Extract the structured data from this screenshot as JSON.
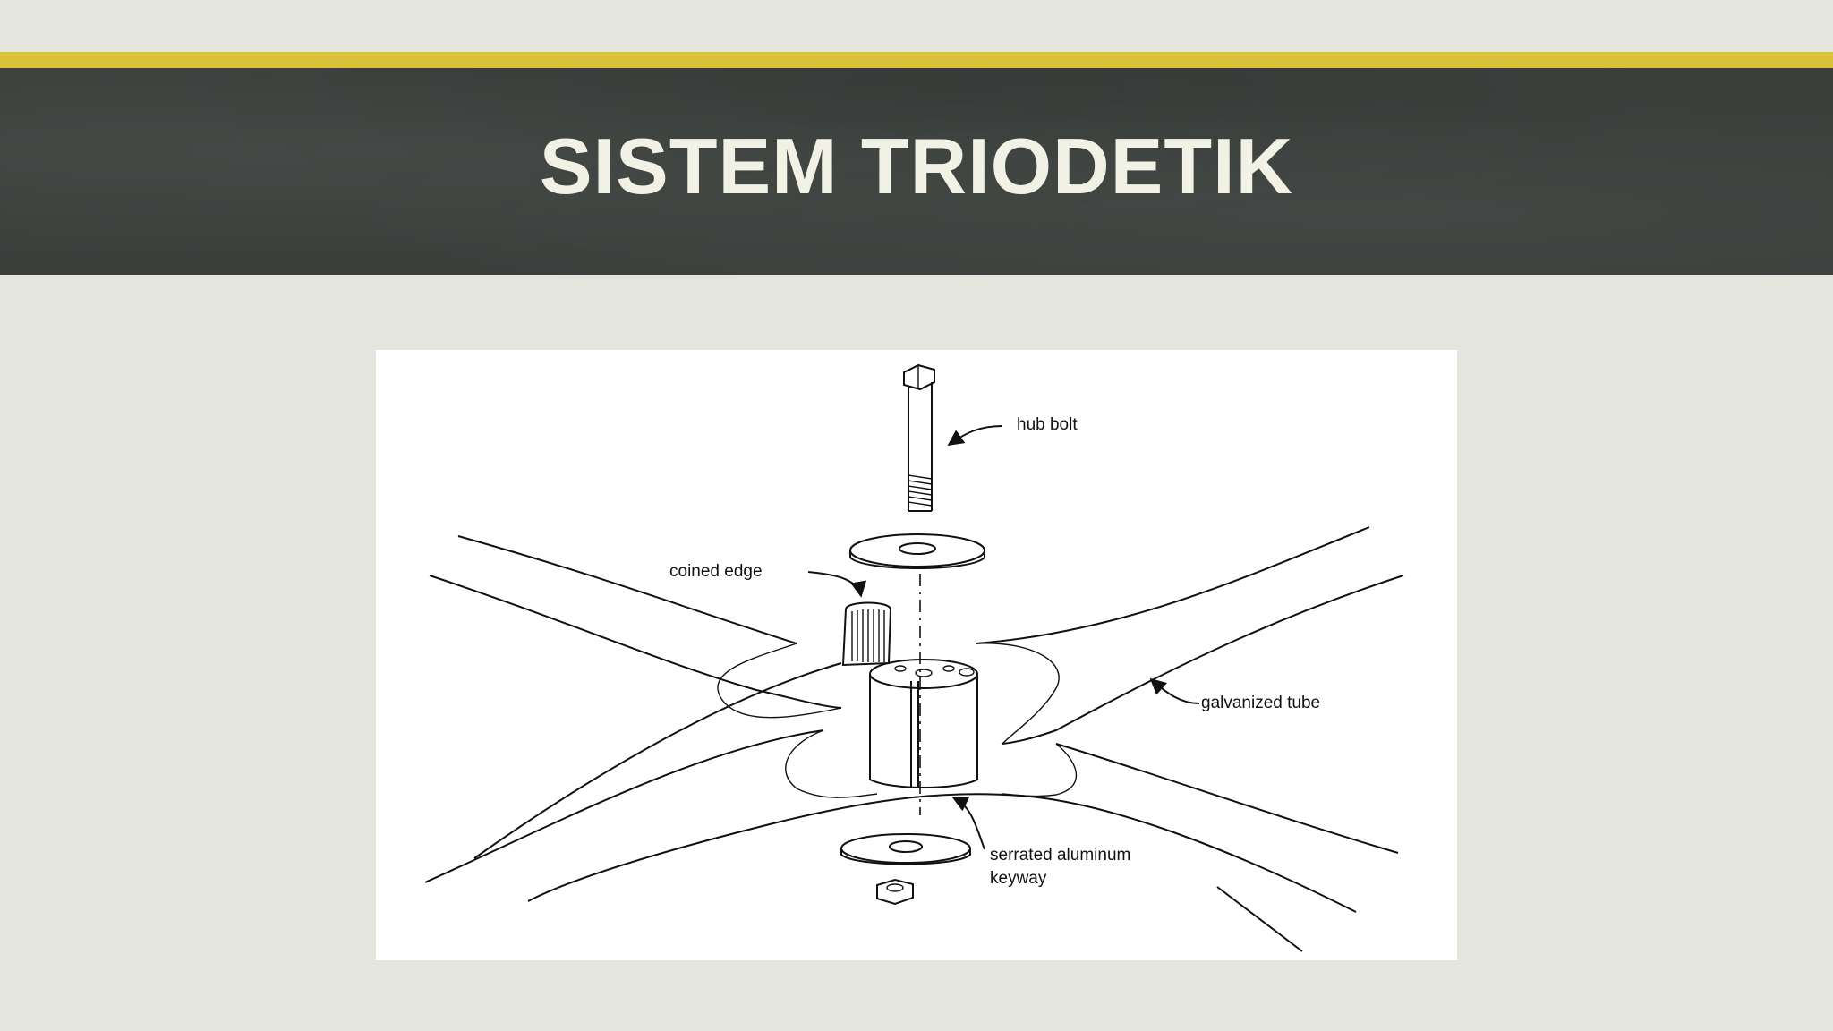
{
  "slide": {
    "title": "SISTEM TRIODETIK"
  },
  "diagram": {
    "labels": {
      "hub_bolt": "hub bolt",
      "coined_edge": "coined edge",
      "galvanized_tube": "galvanized tube",
      "serrated_aluminum": "serrated aluminum",
      "keyway": "keyway"
    }
  },
  "colors": {
    "accent_bar": "#d9c13c",
    "title_band": "#3b403d",
    "background": "#e4e5dc",
    "title_text": "#f2f1e6"
  }
}
